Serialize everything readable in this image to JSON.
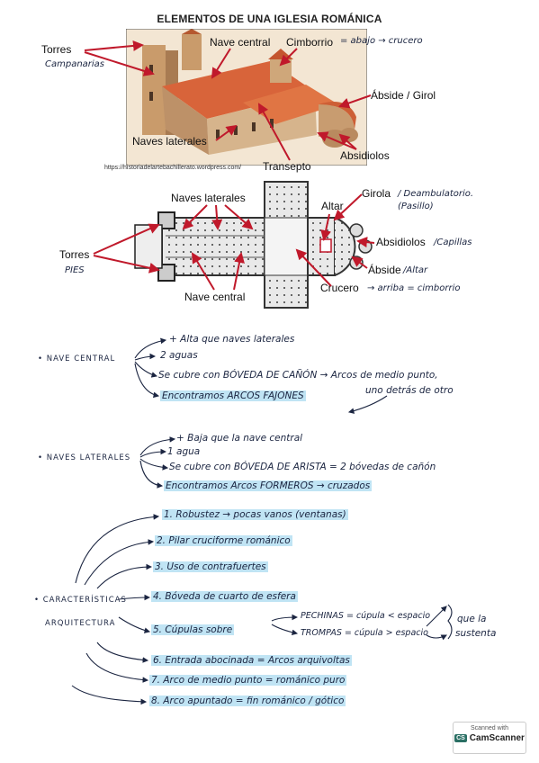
{
  "title": "ELEMENTOS DE UNA IGLESIA ROMÁNICA",
  "photo_labels": {
    "torres": "Torres",
    "torres_note": "Campanarias",
    "nave_central": "Nave central",
    "cimborrio": "Cimborrio",
    "cimborrio_note": "= abajo → crucero",
    "abside_girol": "Ábside / Girol",
    "naves_laterales": "Naves laterales",
    "absidiolos": "Absidiolos",
    "transepto": "Transepto",
    "url": "https://historiadelartebachillerato.wordpress.com/"
  },
  "plan_labels": {
    "naves_laterales": "Naves laterales",
    "altar": "Altar",
    "girola": "Girola",
    "girola_note": "/ Deambulatorio. (Pasillo)",
    "torres": "Torres",
    "torres_note": "PIES",
    "absidiolos": "Absidiolos",
    "absidiolos_note": "/Capillas",
    "abside": "Ábside",
    "abside_note": "/Altar",
    "nave_central": "Nave central",
    "crucero": "Crucero",
    "crucero_note": "→ arriba = cimborrio"
  },
  "notes": {
    "nave_central": {
      "heading": "• NAVE CENTRAL",
      "items": [
        "+ Alta que naves laterales",
        "2 aguas",
        "Se cubre con BÓVEDA DE CAÑÓN → Arcos de medio punto,",
        "uno detrás de otro",
        "Encontramos ARCOS FAJONES"
      ]
    },
    "naves_laterales": {
      "heading": "• NAVES LATERALES",
      "items": [
        "+ Baja que la nave central",
        "1 agua",
        "Se cubre con BÓVEDA DE ARISTA = 2 bóvedas de cañón",
        "Encontramos Arcos FORMEROS → cruzados"
      ]
    },
    "caracteristicas": {
      "heading": "• CARACTERÍSTICAS",
      "heading2": "ARQUITECTURA",
      "items": [
        "1. Robustez → pocas vanos (ventanas)",
        "2. Pilar cruciforme románico",
        "3. Uso de contrafuertes",
        "4. Bóveda de cuarto de esfera",
        "5. Cúpulas sobre",
        "PECHINAS = cúpula < espacio",
        "TROMPAS = cúpula > espacio",
        "que la",
        "sustenta",
        "6. Entrada abocinada = Arcos arquivoltas",
        "7. Arco de medio punto = románico puro",
        "8. Arco apuntado = fin románico / gótico"
      ]
    }
  },
  "scanner": {
    "line1": "Scanned with",
    "line2": "CamScanner",
    "logo": "CS"
  },
  "colors": {
    "arrow": "#c0192b",
    "highlight": "#8ccdeb",
    "ink": "#1b2541",
    "roof": "#d8643a",
    "stone": "#cfae86"
  }
}
